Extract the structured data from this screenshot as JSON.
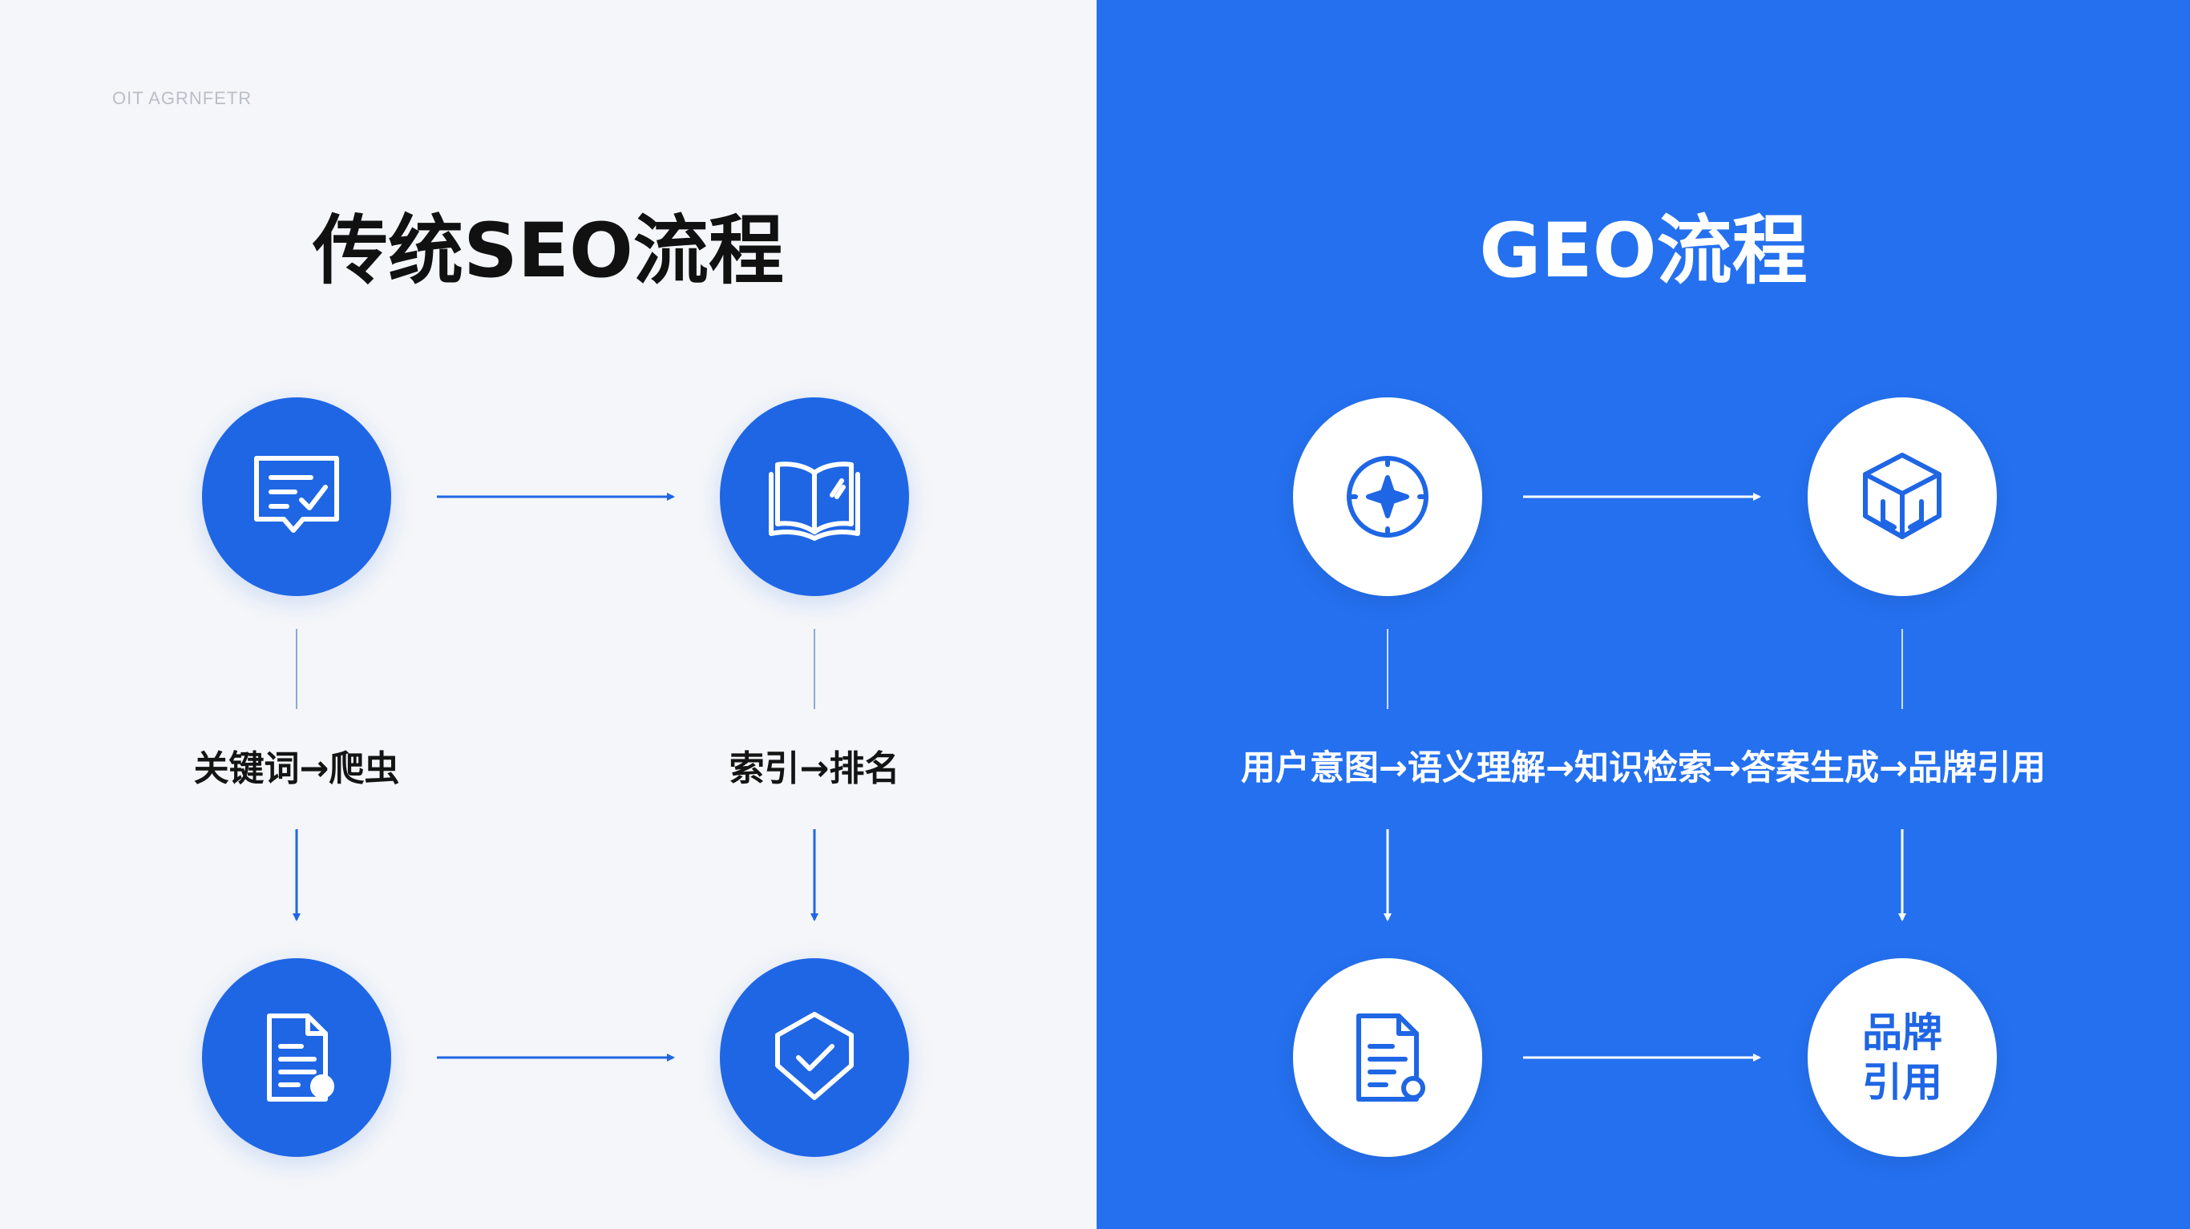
{
  "watermark": "OIT AGRNFETR",
  "left": {
    "title": "传统SEO流程",
    "label_1": "关键词→爬虫",
    "label_2": "索引→排名",
    "nodes": [
      {
        "icon": "chat-check-icon"
      },
      {
        "icon": "open-book-icon"
      },
      {
        "icon": "document-icon"
      },
      {
        "icon": "shield-check-icon"
      }
    ]
  },
  "right": {
    "title": "GEO流程",
    "label": "用户意图→语义理解→知识检索→答案生成→品牌引用",
    "node_text_line1": "品牌",
    "node_text_line2": "引用",
    "nodes": [
      {
        "icon": "compass-icon"
      },
      {
        "icon": "cube-icon"
      },
      {
        "icon": "document-search-icon"
      },
      {
        "icon": "brand-text-node"
      }
    ]
  },
  "colors": {
    "left_bg": "#f4f6f9",
    "right_bg": "#2470ef",
    "accent": "#1f66e5",
    "white": "#ffffff"
  }
}
